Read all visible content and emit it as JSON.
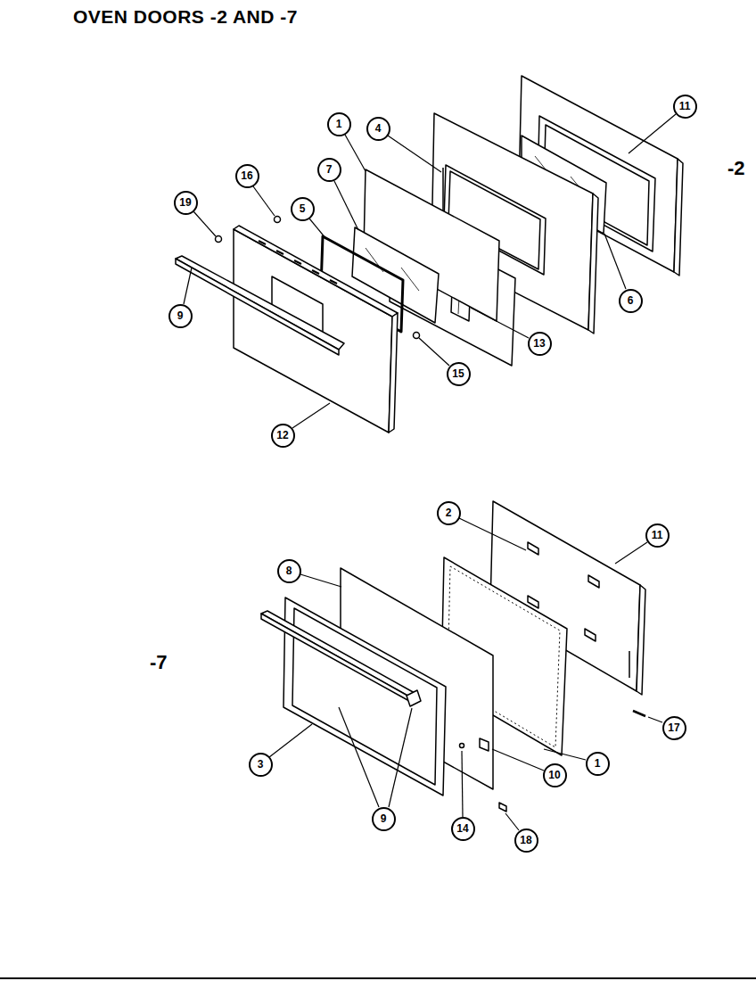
{
  "diagram": {
    "title": "OVEN DOORS -2 AND -7",
    "nodes": [
      {
        "text": [
          "11"
        ]
      },
      {
        "text": [
          "1"
        ]
      },
      {
        "text": [
          "4"
        ]
      },
      {
        "text": [
          "16"
        ]
      },
      {
        "text": [
          "7"
        ]
      },
      {
        "text": [
          "19"
        ]
      },
      {
        "text": [
          "5"
        ]
      },
      {
        "text": [
          "6"
        ]
      },
      {
        "text": [
          "9"
        ]
      },
      {
        "text": [
          "13"
        ]
      },
      {
        "text": [
          "15"
        ]
      },
      {
        "text": [
          "12"
        ]
      },
      {
        "text": [
          "2"
        ]
      },
      {
        "text": [
          "11"
        ]
      },
      {
        "text": [
          "8"
        ]
      },
      {
        "text": [
          "17"
        ]
      },
      {
        "text": [
          "1"
        ]
      },
      {
        "text": [
          "10"
        ]
      },
      {
        "text": [
          "3"
        ]
      },
      {
        "text": [
          "9"
        ]
      },
      {
        "text": [
          "14"
        ]
      },
      {
        "text": [
          "18"
        ]
      }
    ],
    "labels": [
      "-2",
      "-7"
    ]
  }
}
